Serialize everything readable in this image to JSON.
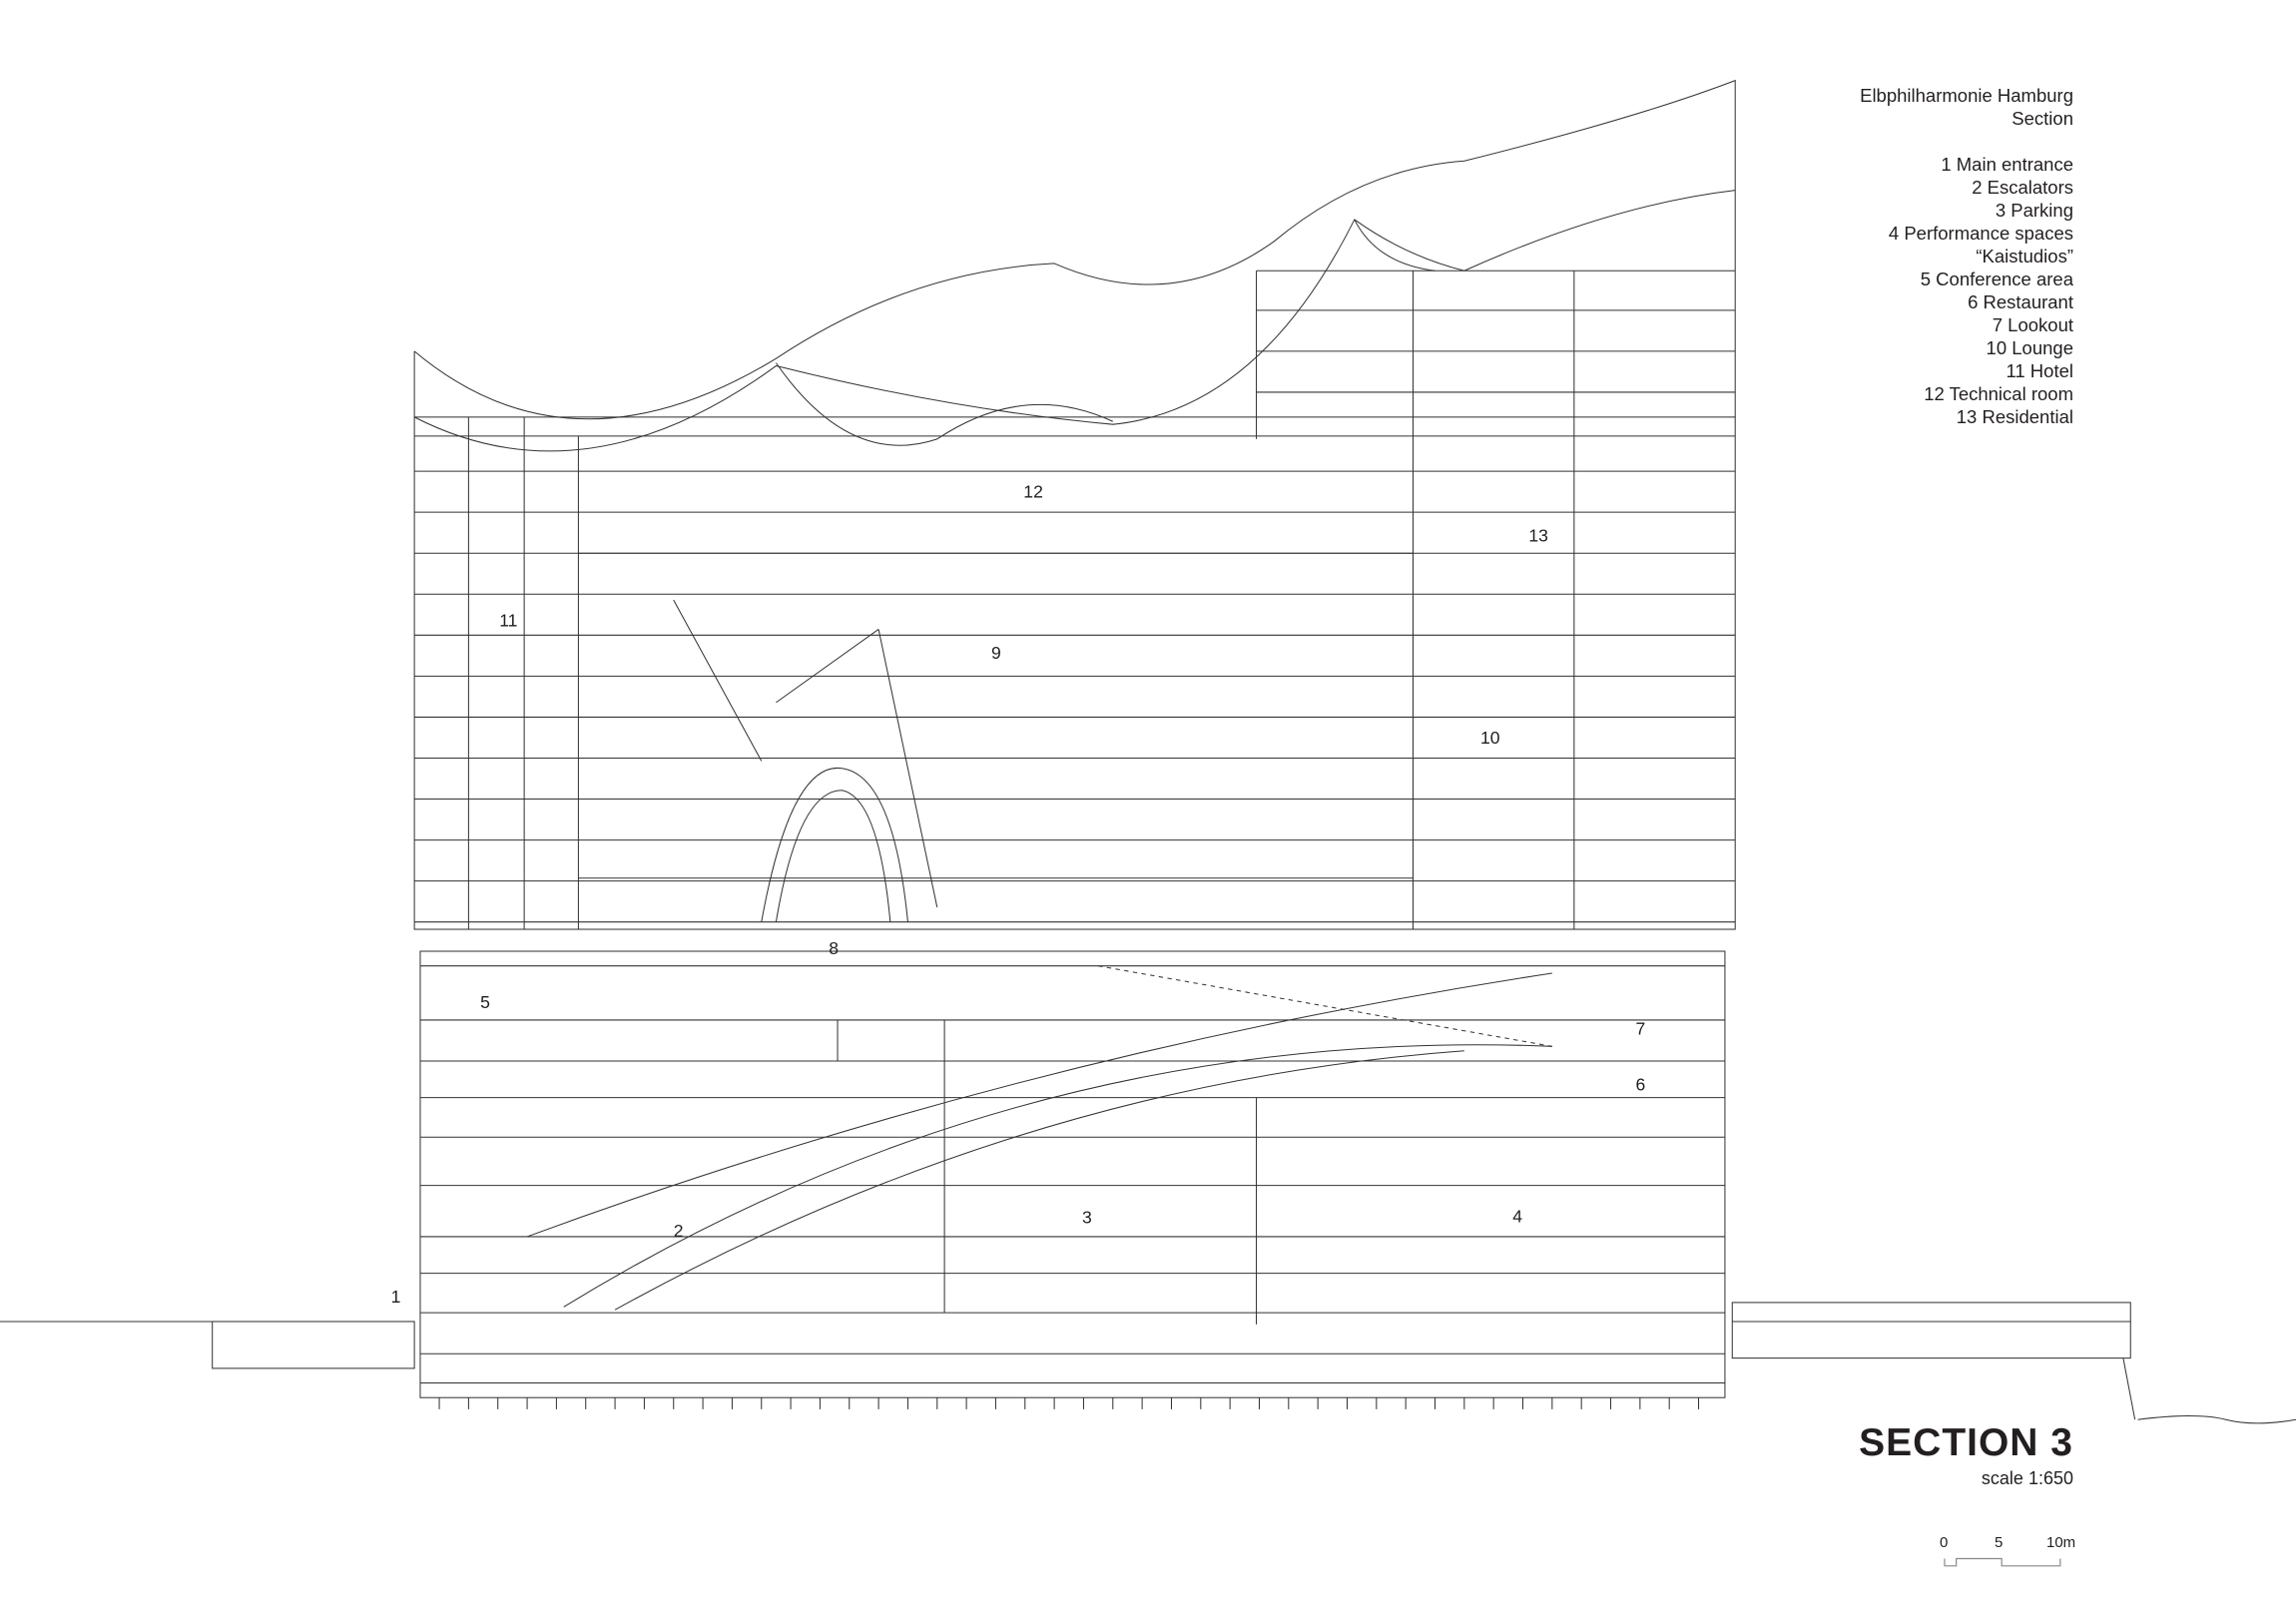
{
  "legend": {
    "title": "Elbphilharmonie Hamburg",
    "subtitle": "Section",
    "items": [
      "1 Main entrance",
      "2 Escalators",
      "3 Parking",
      "4 Performance spaces",
      "“Kaistudios”",
      "5 Conference area",
      "6 Restaurant",
      "7 Lookout",
      "10 Lounge",
      "11 Hotel",
      "12 Technical room",
      "13 Residential"
    ]
  },
  "section": {
    "title": "SECTION 3",
    "scale": "scale 1:650"
  },
  "scale_bar": {
    "labels": [
      "0",
      "5",
      "10m"
    ]
  },
  "labels": {
    "l1": "1",
    "l2": "2",
    "l3": "3",
    "l4": "4",
    "l5": "5",
    "l6": "6",
    "l7": "7",
    "l8": "8",
    "l9": "9",
    "l10": "10",
    "l11": "11",
    "l12": "12",
    "l13": "13"
  }
}
